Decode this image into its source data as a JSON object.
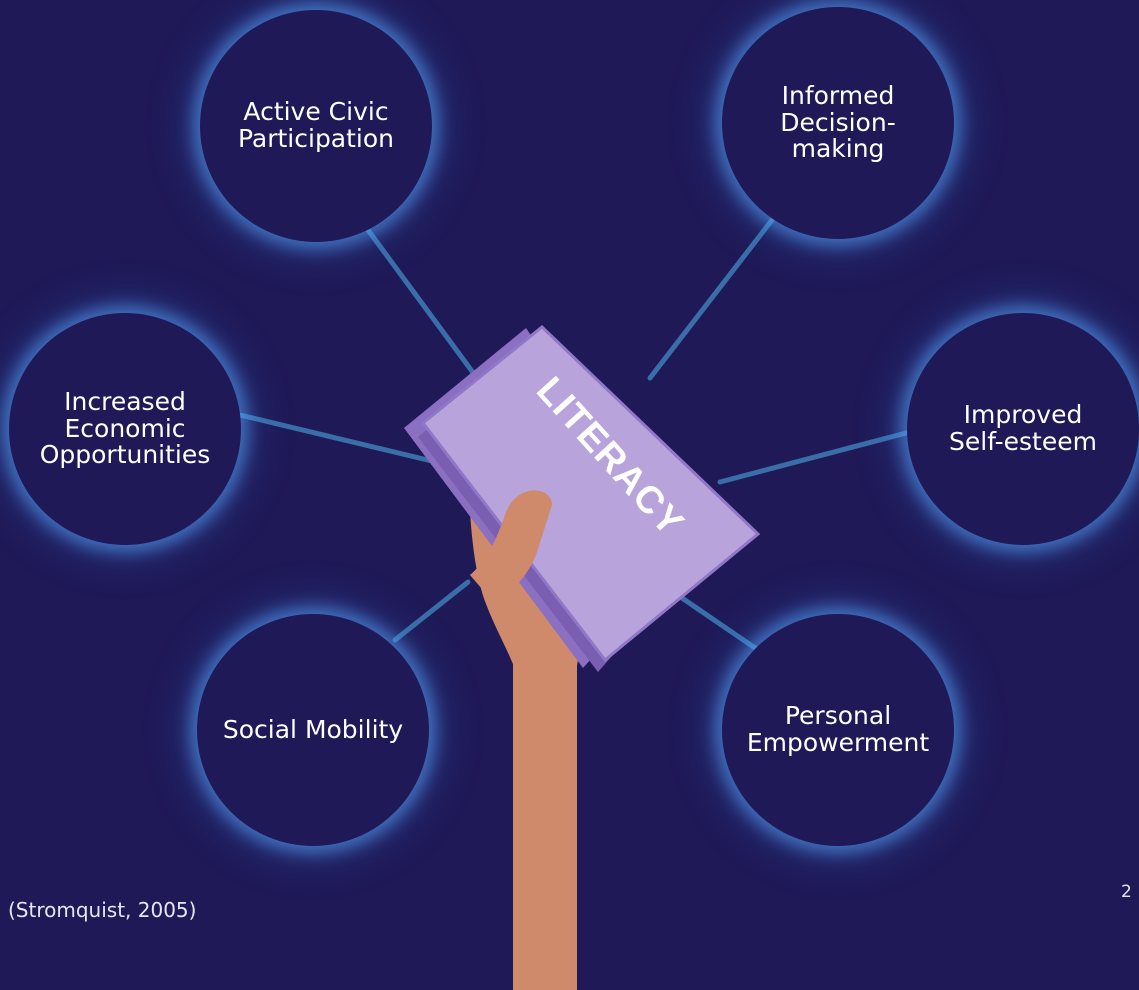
{
  "diagram": {
    "center_label": "LITERACY",
    "outcomes": [
      {
        "id": "civic",
        "label": "Active Civic\nParticipation"
      },
      {
        "id": "decision",
        "label": "Informed\nDecision-\nmaking"
      },
      {
        "id": "economic",
        "label": "Increased\nEconomic\nOpportunities"
      },
      {
        "id": "esteem",
        "label": "Improved\nSelf-esteem"
      },
      {
        "id": "mobility",
        "label": "Social Mobility"
      },
      {
        "id": "empower",
        "label": "Personal\nEmpowerment"
      }
    ]
  },
  "footer": {
    "citation": "(Stromquist, 2005)",
    "page_number": "2"
  },
  "colors": {
    "background": "#1f1957",
    "connector": "#3a6ea8",
    "node_glow": "#5aaaff",
    "book_cover": "#b8a3da",
    "book_spine": "#8b6fc0",
    "skin": "#cf8a6c",
    "text": "#ffffff"
  }
}
